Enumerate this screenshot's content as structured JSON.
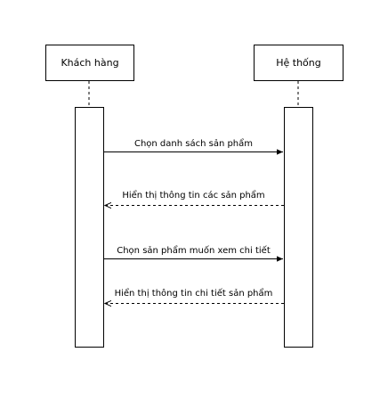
{
  "participants": [
    {
      "name": "Khách hàng"
    },
    {
      "name": "Hệ thống"
    }
  ],
  "messages": [
    {
      "label": "Chọn danh sách sản phẩm",
      "type": "sync",
      "from": "Khách hàng",
      "to": "Hệ thống"
    },
    {
      "label": "Hiển thị thông tin các sản phẩm",
      "type": "return",
      "from": "Hệ thống",
      "to": "Khách hàng"
    },
    {
      "label": "Chọn sản phẩm muốn xem chi tiết",
      "type": "sync",
      "from": "Khách hàng",
      "to": "Hệ thống"
    },
    {
      "label": "Hiển thị thông tin chi tiết sản phẩm",
      "type": "return",
      "from": "Hệ thống",
      "to": "Khách hàng"
    }
  ]
}
